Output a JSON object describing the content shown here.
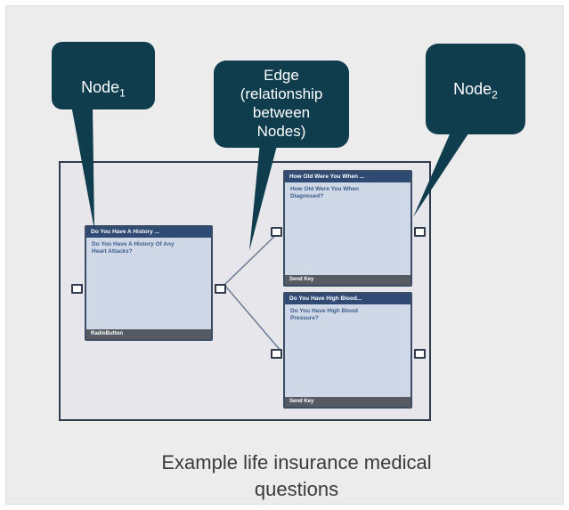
{
  "callouts": {
    "node1": {
      "label": "Node",
      "sub": "1"
    },
    "edge": {
      "line1": "Edge",
      "line2": "(relationship",
      "line3": "between",
      "line4": "Nodes)"
    },
    "node2": {
      "label": "Node",
      "sub": "2"
    }
  },
  "nodes": {
    "history": {
      "title": "Do You Have A History ...",
      "body": "Do You Have A History Of Any Heart Attacks?",
      "footer": "RadioButton"
    },
    "age": {
      "title": "How Old Were You When ...",
      "body": "How Old Were You When Diagnosed?",
      "footer": "Send Key"
    },
    "blood": {
      "title": "Do You Have High Blood...",
      "body": "Do You Have High Blood Pressure?",
      "footer": "Send Key"
    }
  },
  "caption": {
    "line1": "Example life insurance medical",
    "line2": "questions"
  },
  "colors": {
    "callout": "#0f3d4e",
    "node_header": "#2f4a73",
    "node_body": "#cfd8e6",
    "node_footer": "#555a63"
  }
}
